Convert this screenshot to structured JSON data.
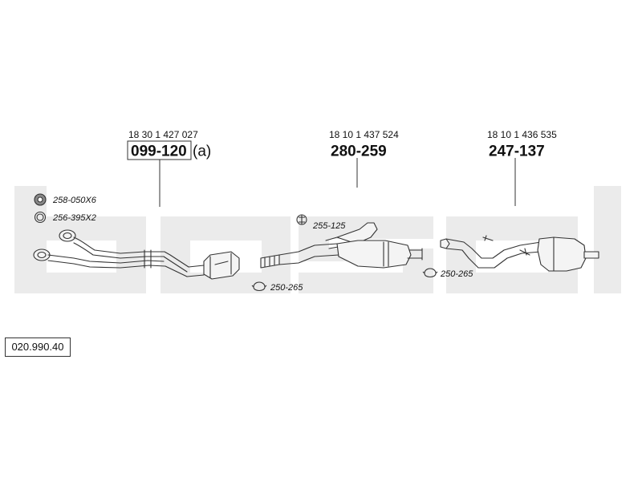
{
  "watermark": "bosal",
  "catalogue_reference": "020.990.40",
  "parts": [
    {
      "id": "front-pipe",
      "oem_number": "18 30 1 427 027",
      "part_number": "099-120",
      "suffix": "(a)"
    },
    {
      "id": "middle-silencer",
      "oem_number": "18 10 1 437 524",
      "part_number": "280-259"
    },
    {
      "id": "rear-silencer",
      "oem_number": "18 10 1 436 535",
      "part_number": "247-137"
    }
  ],
  "fittings": {
    "gasket": "258-050X6",
    "ring": "256-395X2",
    "mounting": "255-125",
    "clamp_middle": "250-265",
    "clamp_rear": "250-265"
  },
  "colors": {
    "watermark": "#ebebeb",
    "line": "#333333",
    "pipe_fill": "#f4f4f4",
    "text": "#111111"
  }
}
